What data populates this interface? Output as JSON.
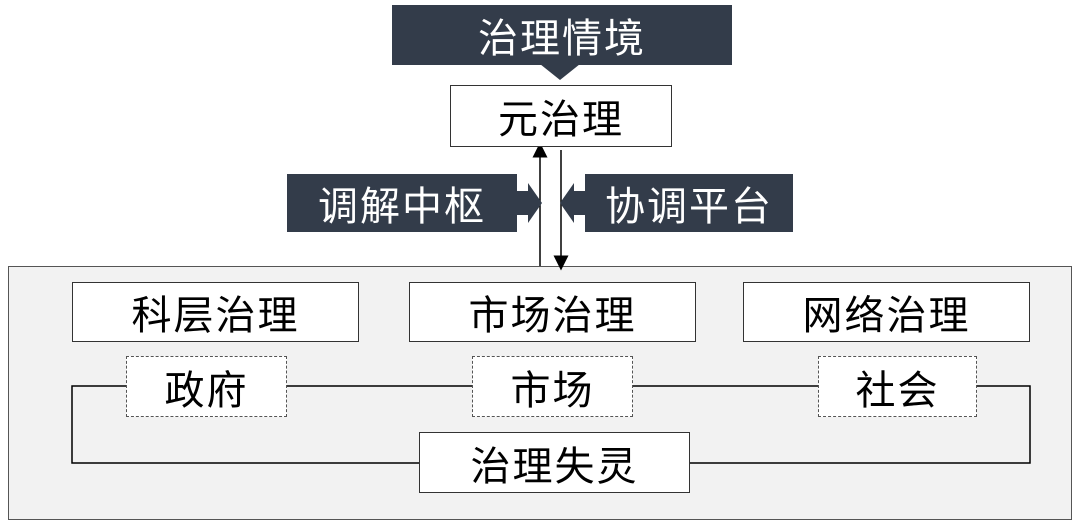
{
  "top": {
    "context_label": "治理情境",
    "meta_label": "元治理",
    "left_callout": "调解中枢",
    "right_callout": "协调平台"
  },
  "modes": [
    "科层治理",
    "市场治理",
    "网络治理"
  ],
  "actors": [
    "政府",
    "市场",
    "社会"
  ],
  "failure_label": "治理失灵",
  "colors": {
    "callout_bg": "#333c4a",
    "panel_bg": "#f2f2f2"
  }
}
